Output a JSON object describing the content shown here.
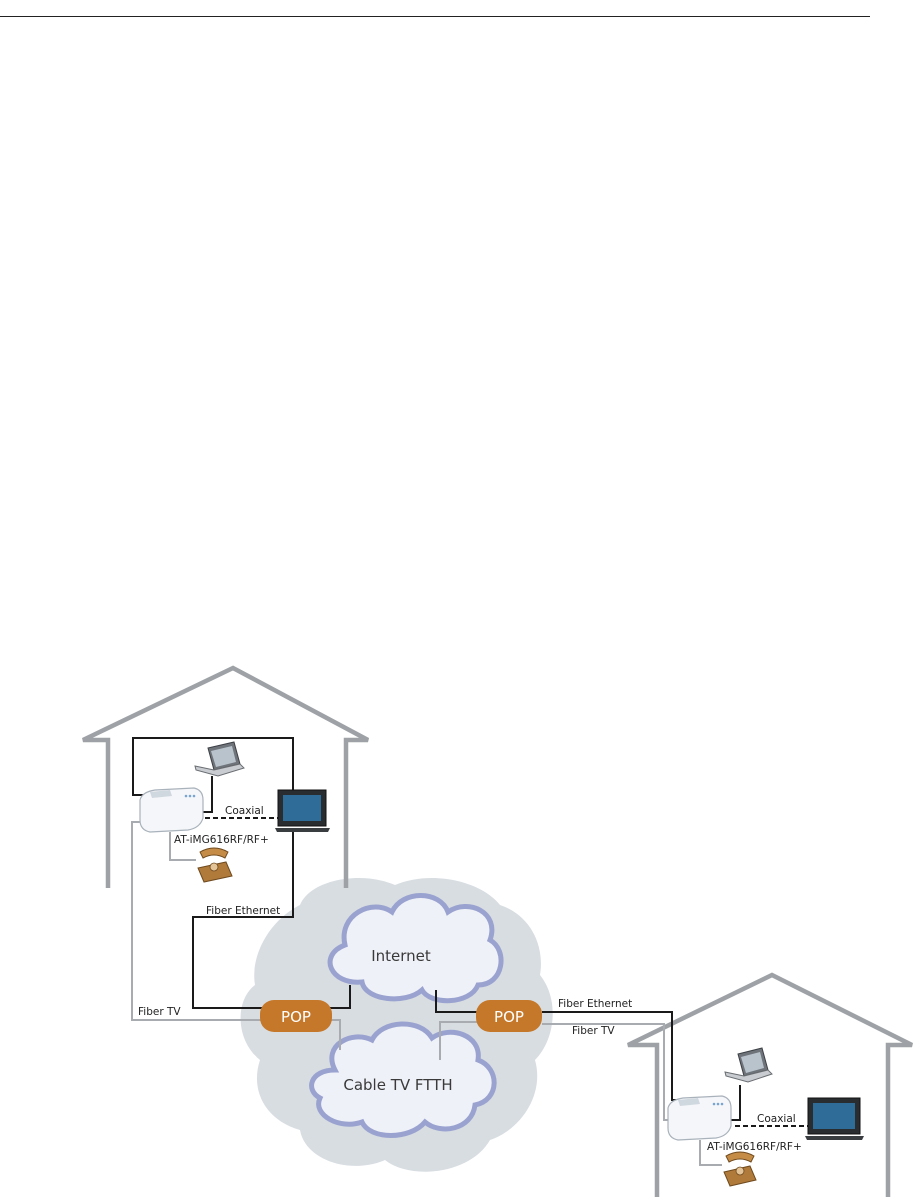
{
  "diagram": {
    "home_a": {
      "device_label": "AT-iMG616RF/RF+",
      "coaxial_label": "Coaxial",
      "fiber_ethernet_label": "Fiber Ethernet",
      "fiber_tv_label": "Fiber TV"
    },
    "home_b": {
      "device_label": "AT-iMG616RF/RF+",
      "coaxial_label": "Coaxial",
      "fiber_ethernet_label": "Fiber Ethernet",
      "fiber_tv_label": "Fiber TV"
    },
    "cloud_internet_label": "Internet",
    "cloud_cabletv_label": "Cable TV FTTH",
    "pop_left_label": "POP",
    "pop_right_label": "POP"
  },
  "colors": {
    "house_outline": "#9ea2a6",
    "network_blob": "#d8dde2",
    "cloud_outline": "#9aa3cf",
    "cloud_fill": "#eff1f8",
    "pop_fill": "#c6782a",
    "ethernet_line": "#1a1a1a",
    "fiber_tv_line": "#a8acb0"
  }
}
